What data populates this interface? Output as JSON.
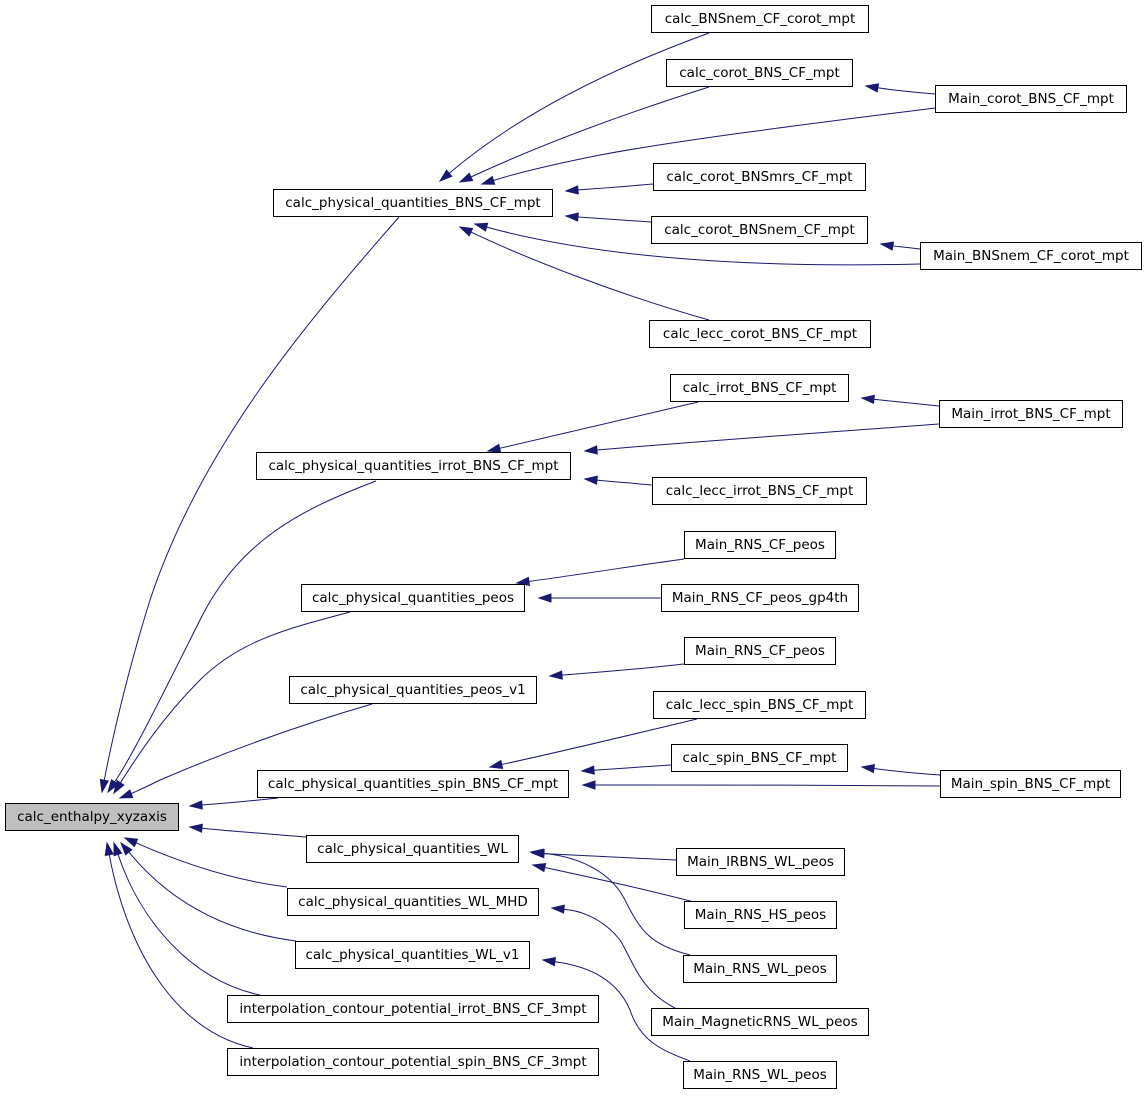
{
  "colors": {
    "edge": "#191970",
    "root_fill": "#bfbfbf",
    "node_fill": "#ffffff",
    "border": "#000000"
  },
  "nodes": {
    "n0": "calc_enthalpy_xyzaxis",
    "n1": "calc_physical_quantities_BNS_CF_mpt",
    "n2": "calc_physical_quantities_irrot_BNS_CF_mpt",
    "n3": "calc_physical_quantities_peos",
    "n4": "calc_physical_quantities_peos_v1",
    "n5": "calc_physical_quantities_spin_BNS_CF_mpt",
    "n6": "calc_physical_quantities_WL",
    "n7": "calc_physical_quantities_WL_MHD",
    "n8": "calc_physical_quantities_WL_v1",
    "n9": "interpolation_contour_potential_irrot_BNS_CF_3mpt",
    "n10": "interpolation_contour_potential_spin_BNS_CF_3mpt",
    "n11": "calc_BNSnem_CF_corot_mpt",
    "n12": "calc_corot_BNS_CF_mpt",
    "n13": "Main_corot_BNS_CF_mpt",
    "n14": "calc_corot_BNSmrs_CF_mpt",
    "n15": "calc_corot_BNSnem_CF_mpt",
    "n16": "Main_BNSnem_CF_corot_mpt",
    "n17": "calc_lecc_corot_BNS_CF_mpt",
    "n18": "calc_irrot_BNS_CF_mpt",
    "n19": "Main_irrot_BNS_CF_mpt",
    "n20": "calc_lecc_irrot_BNS_CF_mpt",
    "n21": "Main_RNS_CF_peos",
    "n22": "Main_RNS_CF_peos_gp4th",
    "n23": "Main_RNS_CF_peos",
    "n24": "calc_lecc_spin_BNS_CF_mpt",
    "n25": "calc_spin_BNS_CF_mpt",
    "n26": "Main_spin_BNS_CF_mpt",
    "n27": "Main_IRBNS_WL_peos",
    "n28": "Main_RNS_HS_peos",
    "n29": "Main_RNS_WL_peos",
    "n30": "Main_MagneticRNS_WL_peos",
    "n31": "Main_RNS_WL_peos"
  },
  "edges": [
    [
      "n1",
      "n0"
    ],
    [
      "n2",
      "n0"
    ],
    [
      "n3",
      "n0"
    ],
    [
      "n4",
      "n0"
    ],
    [
      "n5",
      "n0"
    ],
    [
      "n6",
      "n0"
    ],
    [
      "n7",
      "n0"
    ],
    [
      "n8",
      "n0"
    ],
    [
      "n9",
      "n0"
    ],
    [
      "n10",
      "n0"
    ],
    [
      "n11",
      "n1"
    ],
    [
      "n12",
      "n1"
    ],
    [
      "n13",
      "n1"
    ],
    [
      "n14",
      "n1"
    ],
    [
      "n15",
      "n1"
    ],
    [
      "n16",
      "n1"
    ],
    [
      "n17",
      "n1"
    ],
    [
      "n13",
      "n12"
    ],
    [
      "n16",
      "n15"
    ],
    [
      "n18",
      "n2"
    ],
    [
      "n19",
      "n2"
    ],
    [
      "n20",
      "n2"
    ],
    [
      "n19",
      "n18"
    ],
    [
      "n21",
      "n3"
    ],
    [
      "n22",
      "n3"
    ],
    [
      "n23",
      "n4"
    ],
    [
      "n24",
      "n5"
    ],
    [
      "n25",
      "n5"
    ],
    [
      "n26",
      "n5"
    ],
    [
      "n26",
      "n25"
    ],
    [
      "n27",
      "n6"
    ],
    [
      "n28",
      "n6"
    ],
    [
      "n29",
      "n6"
    ],
    [
      "n30",
      "n7"
    ],
    [
      "n31",
      "n8"
    ]
  ]
}
